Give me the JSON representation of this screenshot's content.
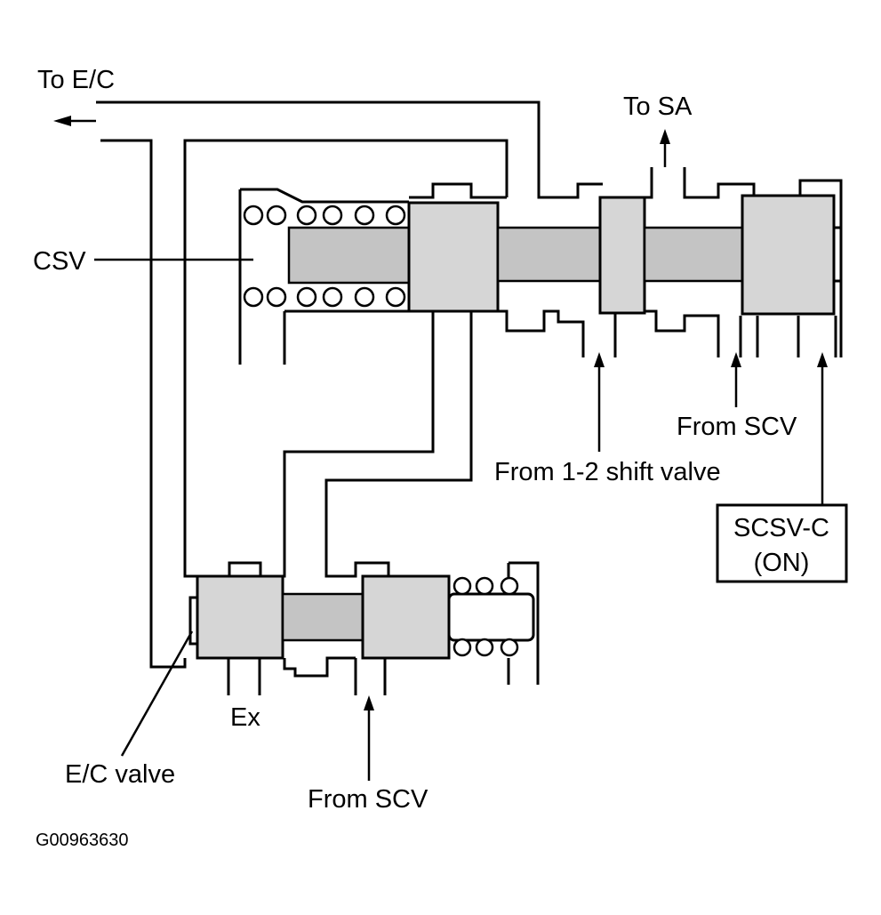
{
  "labels": {
    "to_ec": "To E/C",
    "to_sa": "To SA",
    "csv": "CSV",
    "from_scv_right": "From SCV",
    "from_12_shift": "From 1-2 shift valve",
    "scsv_line1": "SCSV-C",
    "scsv_line2": "(ON)",
    "ex": "Ex",
    "ec_valve": "E/C valve",
    "from_scv_bottom": "From SCV",
    "figure_code": "G00963630"
  },
  "colors": {
    "line": "#000000",
    "land_fill": "#d6d6d6",
    "stem_fill": "#c4c4c4",
    "background": "#ffffff"
  }
}
